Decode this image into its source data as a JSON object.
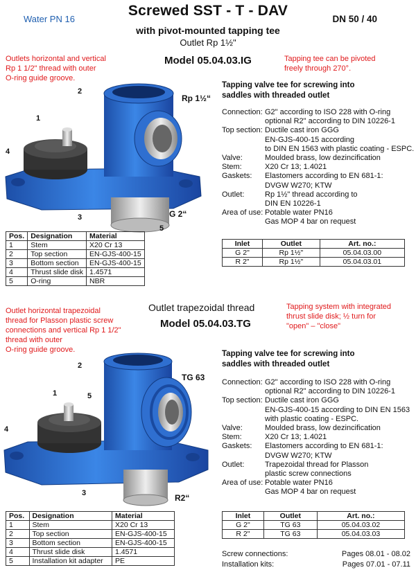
{
  "header": {
    "pressure": "Water PN 16",
    "title": "Screwed SST - T - DAV",
    "subtitle": "with pivot-mounted tapping tee",
    "outlet": "Outlet Rp 1½\"",
    "size": "DN 50 / 40"
  },
  "section1": {
    "note_left": [
      "Outlets horizontal and vertical",
      "Rp 1 1/2\" thread with outer",
      "O-ring guide groove."
    ],
    "model": "Model 05.04.03.IG",
    "note_right": [
      "Tapping tee can be pivoted",
      "freely through 270°."
    ],
    "labels": {
      "n1": "1",
      "n2": "2",
      "n3": "3",
      "n4": "4",
      "n5": "5",
      "outlet": "Rp 1½“",
      "thread": "G 2“"
    },
    "spec_heading": [
      "Tapping valve tee for screwing into",
      "saddles with threaded outlet"
    ],
    "spec": [
      {
        "k": "Connection:",
        "v": [
          "G2\" according to ISO 228 with O-ring",
          "optional R2\" according to DIN 10226-1"
        ]
      },
      {
        "k": "Top section:",
        "v": [
          "Ductile cast iron GGG",
          "EN-GJS-400-15 according",
          "to DIN EN 1563 with plastic coating - ESPC."
        ]
      },
      {
        "k": "Valve:",
        "v": [
          "Moulded brass, low dezincification"
        ]
      },
      {
        "k": "Stem:",
        "v": [
          "X20 Cr 13; 1.4021"
        ]
      },
      {
        "k": "Gaskets:",
        "v": [
          "Elastomers according to EN 681-1:",
          "DVGW W270;              KTW"
        ]
      },
      {
        "k": "Outlet:",
        "v": [
          "Rp 1½\" thread according to",
          "DIN EN 10226-1"
        ]
      },
      {
        "k": "Area of use:",
        "v": [
          "Potable water  PN16",
          "Gas MOP 4 bar on request"
        ]
      }
    ],
    "parts_head": [
      "Pos.",
      "Designation",
      "Material"
    ],
    "parts": [
      [
        "1",
        "Stem",
        "X20 Cr 13"
      ],
      [
        "2",
        "Top section",
        "EN-GJS-400-15"
      ],
      [
        "3",
        "Bottom section",
        "EN-GJS-400-15"
      ],
      [
        "4",
        "Thrust slide disk",
        "1.4571"
      ],
      [
        "5",
        "O-ring",
        "NBR"
      ]
    ],
    "art_head": [
      "Inlet",
      "Outlet",
      "Art. no.:"
    ],
    "art": [
      [
        "G 2\"",
        "Rp 1½\"",
        "05.04.03.00"
      ],
      [
        "R 2\"",
        "Rp 1½\"",
        "05.04.03.01"
      ]
    ]
  },
  "section2": {
    "note_left": [
      "Outlet horizontal trapezoidal",
      "thread for Plasson plastic screw",
      "connections and vertical Rp 1 1/2\"",
      "thread with outer",
      "O-ring guide groove."
    ],
    "heading": "Outlet trapezoidal thread",
    "model": "Model 05.04.03.TG",
    "note_right": [
      "Tapping system with integrated",
      "thrust slide disk; ½ turn for",
      "\"open\" – \"close\""
    ],
    "labels": {
      "n1": "1",
      "n2": "2",
      "n3": "3",
      "n4": "4",
      "n5": "5",
      "outlet": "TG 63",
      "thread": "R2“"
    },
    "spec_heading": [
      "Tapping valve tee for screwing into",
      "saddles with threaded outlet"
    ],
    "spec": [
      {
        "k": "Connection:",
        "v": [
          "G2\" according to ISO 228 with O-ring",
          "optional R2\" according to DIN 10226-1"
        ]
      },
      {
        "k": "Top section:",
        "v": [
          "Ductile cast iron GGG",
          "EN-GJS-400-15 according to DIN EN 1563",
          "with plastic coating - ESPC."
        ]
      },
      {
        "k": "Valve:",
        "v": [
          "Moulded brass, low dezincification"
        ]
      },
      {
        "k": "Stem:",
        "v": [
          "X20 Cr 13; 1.4021"
        ]
      },
      {
        "k": "Gaskets:",
        "v": [
          "Elastomers according to EN 681-1:",
          "DVGW W270; KTW"
        ]
      },
      {
        "k": "Outlet:",
        "v": [
          "Trapezoidal thread for Plasson",
          "plastic screw connections"
        ]
      },
      {
        "k": "Area of use:",
        "v": [
          "Potable water  PN16",
          "Gas MOP 4 bar on request"
        ]
      }
    ],
    "parts_head": [
      "Pos.",
      "Designation",
      "Material"
    ],
    "parts": [
      [
        "1",
        "Stem",
        "X20 Cr 13"
      ],
      [
        "2",
        "Top section",
        "EN-GJS-400-15"
      ],
      [
        "3",
        "Bottom section",
        "EN-GJS-400-15"
      ],
      [
        "4",
        "Thrust slide disk",
        "1.4571"
      ],
      [
        "5",
        "Installation kit adapter",
        "PE"
      ]
    ],
    "art_head": [
      "Inlet",
      "Outlet",
      "Art. no.:"
    ],
    "art": [
      [
        "G 2\"",
        "TG 63",
        "05.04.03.02"
      ],
      [
        "R 2\"",
        "TG 63",
        "05.04.03.03"
      ]
    ]
  },
  "footer": [
    {
      "k": "Screw connections:",
      "v": "Pages 08.01 - 08.02"
    },
    {
      "k": "Installation kits:",
      "v": "Pages 07.01 - 07.11"
    }
  ],
  "colors": {
    "accent_blue": "#1f5fb0",
    "note_red": "#e0191b",
    "body_blue": "#2f6fd0",
    "body_dark": "#1a4aa0"
  }
}
